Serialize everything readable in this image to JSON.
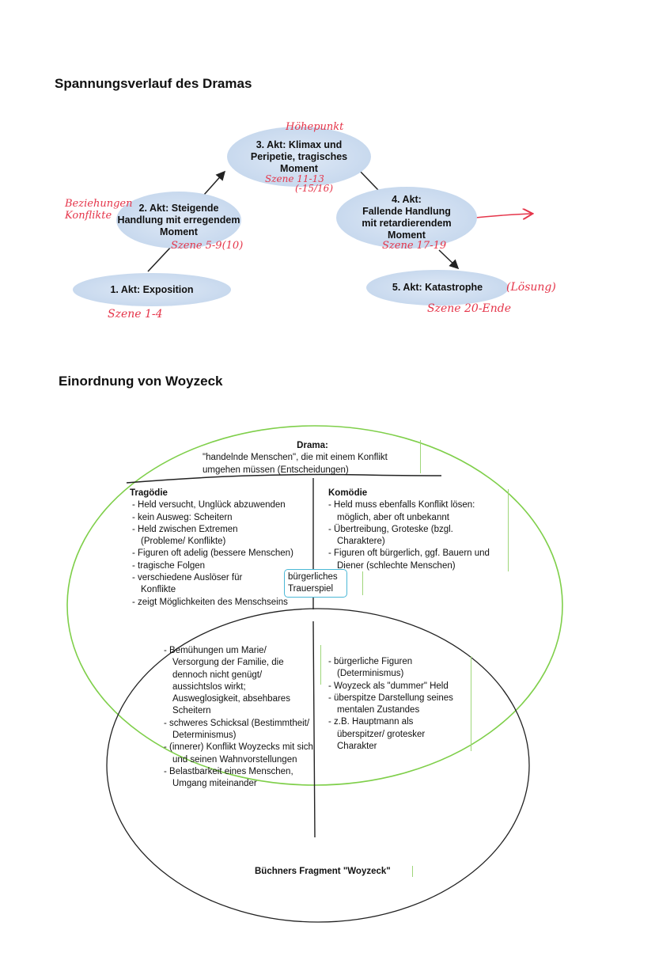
{
  "section1": {
    "heading": "Spannungsverlauf des Dramas",
    "acts": [
      {
        "lines": [
          "1. Akt: Exposition"
        ]
      },
      {
        "lines": [
          "2. Akt: Steigende",
          "Handlung mit erregendem",
          "Moment"
        ]
      },
      {
        "lines": [
          "3. Akt: Klimax und",
          "Peripetie, tragisches",
          "Moment"
        ]
      },
      {
        "lines": [
          "4. Akt:",
          "Fallende Handlung",
          "mit retardierendem",
          "Moment"
        ]
      },
      {
        "lines": [
          "5. Akt: Katastrophe"
        ]
      }
    ],
    "handwritten": {
      "hoehepunkt": "Höhepunkt",
      "beziehungen": [
        "Beziehungen",
        "Konflikte"
      ],
      "szene_3": [
        "Szene 11-13",
        "(-15/16)"
      ],
      "szene_2": "Szene 5-9(10)",
      "szene_1": "Szene 1-4",
      "szene_4": "Szene 17-19",
      "szene_5": "Szene 20-Ende",
      "loesung": "(Lösung)"
    }
  },
  "section2": {
    "heading": "Einordnung von Woyzeck",
    "drama_title": "Drama:",
    "drama_desc": [
      "\"handelnde Menschen\", die mit einem Konflikt",
      "umgehen müssen (Entscheidungen)"
    ],
    "tragoedie_title": "Tragödie",
    "tragoedie_items": [
      "Held versucht, Unglück abzuwenden",
      "kein Ausweg: Scheitern",
      "Held zwischen Extremen (Probleme/ Konflikte)",
      "Figuren oft adelig (bessere Menschen)",
      "tragische Folgen",
      "verschiedene Auslöser für Konflikte",
      "zeigt Möglichkeiten des Menschseins"
    ],
    "komoedie_title": "Komödie",
    "komoedie_items": [
      "Held muss ebenfalls Konflikt lösen: möglich, aber oft unbekannt",
      "Übertreibung, Groteske (bzgl. Charaktere)",
      "Figuren oft bürgerlich, ggf. Bauern und Diener (schlechte Menschen)"
    ],
    "buergerlich": [
      "bürgerliches",
      "Trauerspiel"
    ],
    "woyzeck_left_items": [
      "Bemühungen um Marie/ Versorgung der Familie, die dennoch nicht genügt/ aussichtslos wirkt; Ausweglosigkeit, absehbares Scheitern",
      "schweres Schicksal (Bestimmtheit/ Determinismus)",
      "(innerer) Konflikt Woyzecks mit sich und seinen Wahnvorstellungen",
      "Belastbarkeit eines Menschen, Umgang miteinander"
    ],
    "woyzeck_right_items": [
      "bürgerliche Figuren (Determinismus)",
      "Woyzeck als \"dummer\" Held",
      "überspitze Darstellung seines mentalen Zustandes",
      "z.B. Hauptmann als überspitzer/ grotesker Charakter"
    ],
    "fragment_label": "Büchners Fragment \"Woyzeck\""
  },
  "colors": {
    "bubble": "#c8d9ee",
    "handwriting": "#e5354a",
    "venn_green": "#7fcf4a",
    "box": "#4bb8d6"
  }
}
